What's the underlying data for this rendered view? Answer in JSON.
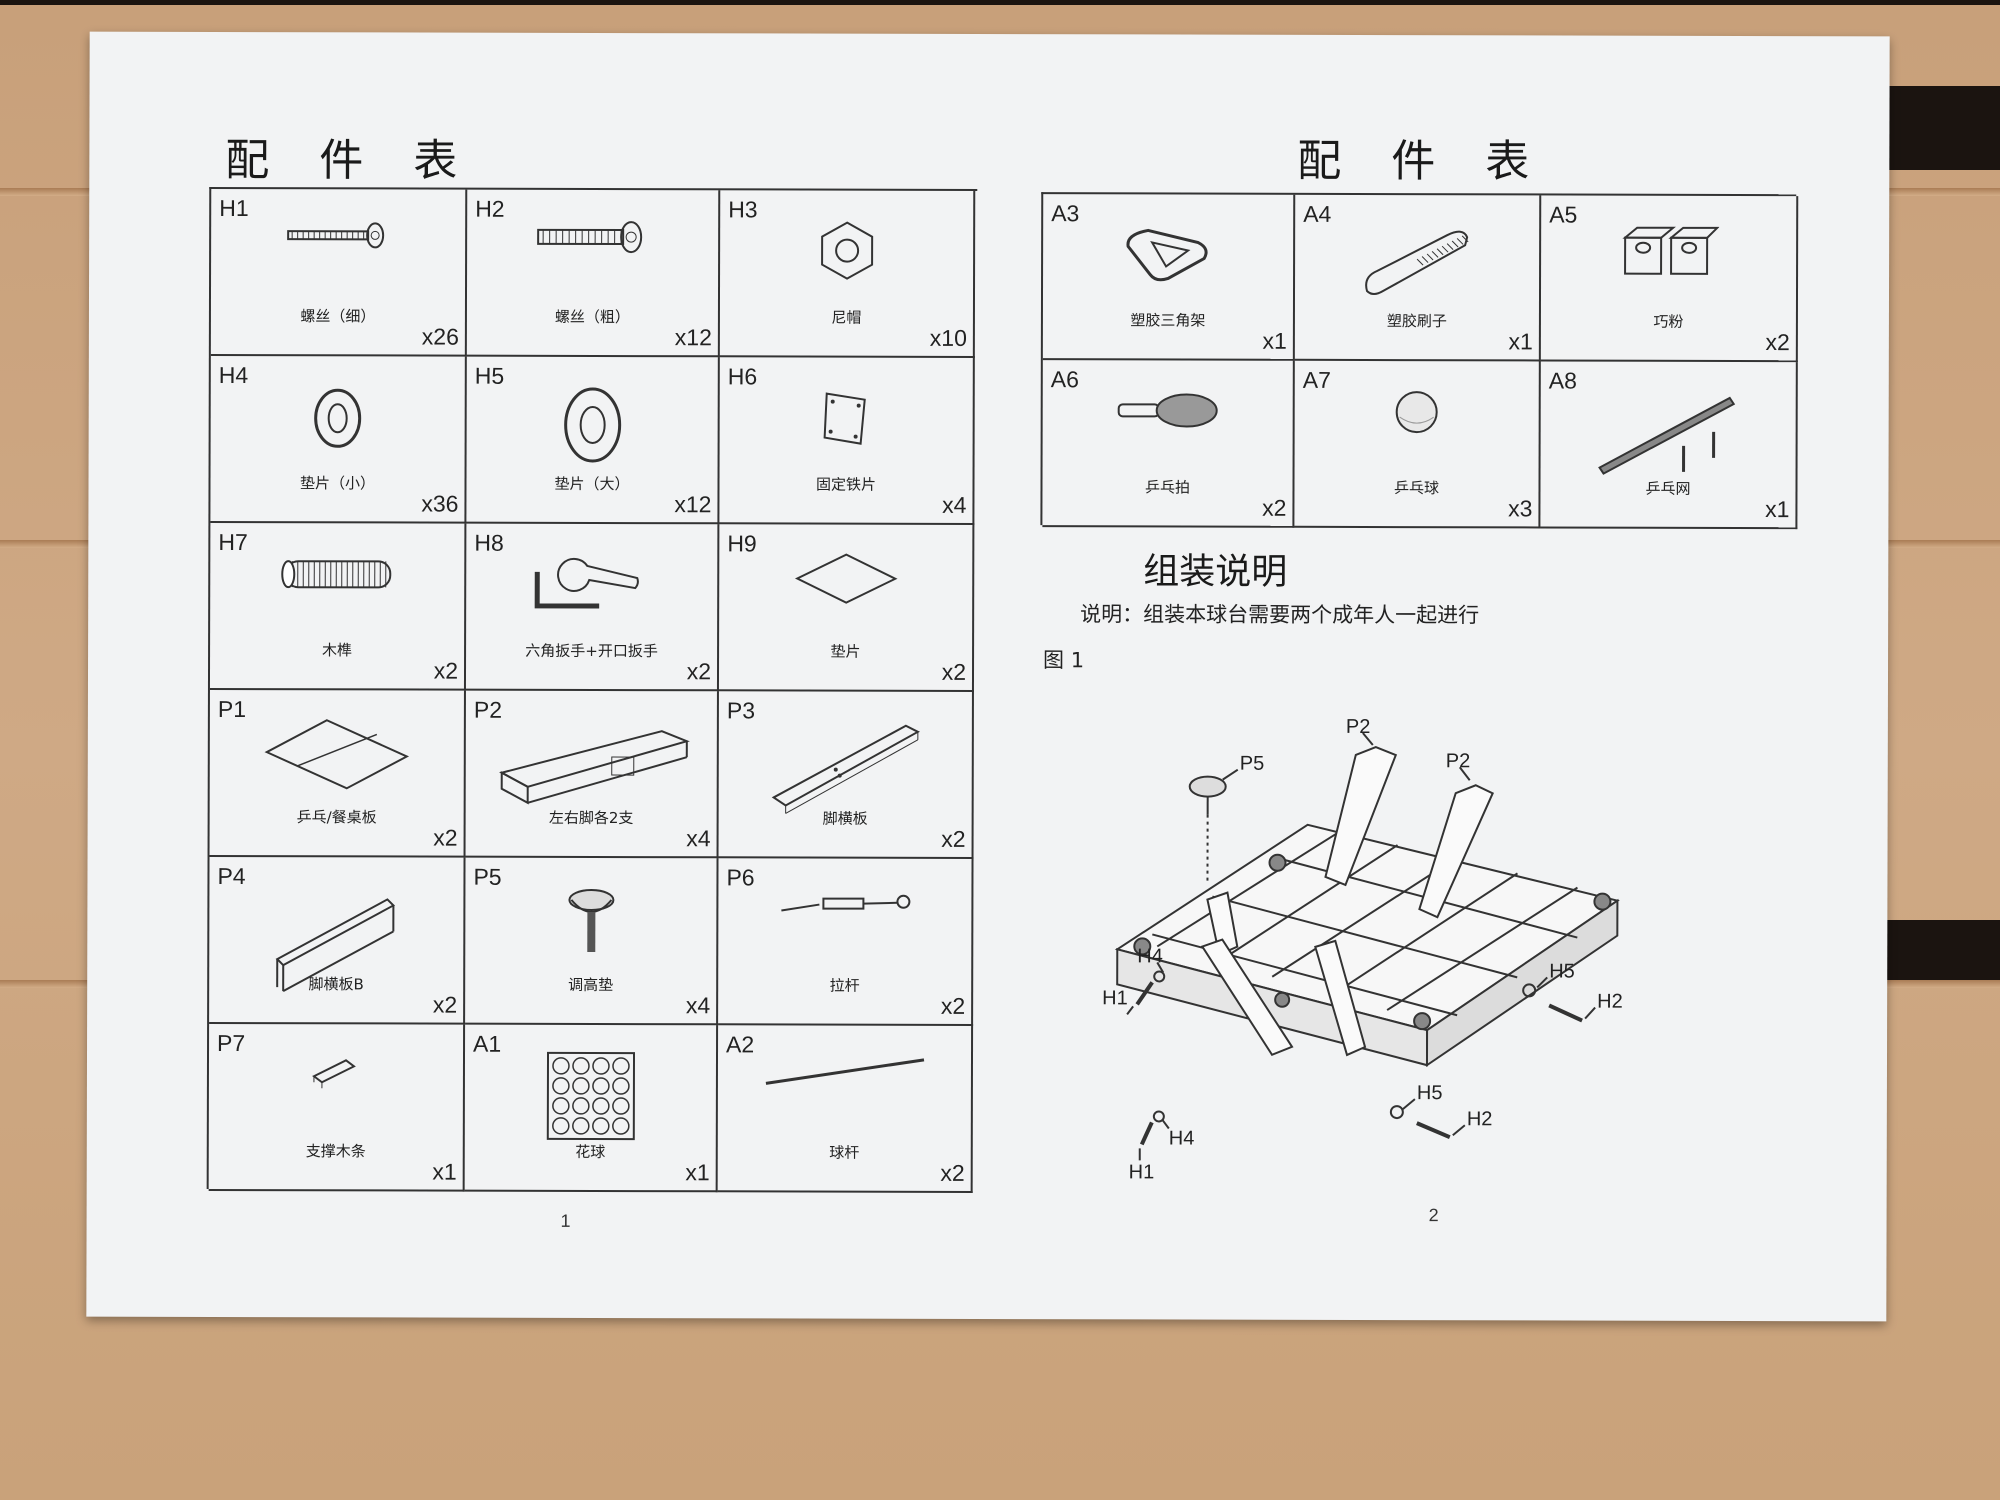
{
  "left_page": {
    "title": "配 件 表",
    "page_number": "1",
    "parts": [
      {
        "code": "H1",
        "name": "螺丝（细）",
        "qty": "x26",
        "icon": "thin-screw-icon"
      },
      {
        "code": "H2",
        "name": "螺丝（粗）",
        "qty": "x12",
        "icon": "thick-screw-icon"
      },
      {
        "code": "H3",
        "name": "尼帽",
        "qty": "x10",
        "icon": "nut-icon"
      },
      {
        "code": "H4",
        "name": "垫片（小）",
        "qty": "x36",
        "icon": "small-washer-icon"
      },
      {
        "code": "H5",
        "name": "垫片（大）",
        "qty": "x12",
        "icon": "large-washer-icon"
      },
      {
        "code": "H6",
        "name": "固定铁片",
        "qty": "x4",
        "icon": "iron-plate-icon"
      },
      {
        "code": "H7",
        "name": "木榫",
        "qty": "x2",
        "icon": "dowel-icon"
      },
      {
        "code": "H8",
        "name": "六角扳手+开口扳手",
        "qty": "x2",
        "icon": "wrench-icon"
      },
      {
        "code": "H9",
        "name": "垫片",
        "qty": "x2",
        "icon": "pad-icon"
      },
      {
        "code": "P1",
        "name": "乒乓/餐桌板",
        "qty": "x2",
        "icon": "table-board-icon"
      },
      {
        "code": "P2",
        "name": "左右脚各2支",
        "qty": "x4",
        "icon": "leg-icon"
      },
      {
        "code": "P3",
        "name": "脚横板",
        "qty": "x2",
        "icon": "leg-crossboard-icon"
      },
      {
        "code": "P4",
        "name": "脚横板B",
        "qty": "x2",
        "icon": "leg-crossboard-b-icon"
      },
      {
        "code": "P5",
        "name": "调高垫",
        "qty": "x4",
        "icon": "leveling-foot-icon"
      },
      {
        "code": "P6",
        "name": "拉杆",
        "qty": "x2",
        "icon": "pull-rod-icon"
      },
      {
        "code": "P7",
        "name": "支撑木条",
        "qty": "x1",
        "icon": "support-strip-icon"
      },
      {
        "code": "A1",
        "name": "花球",
        "qty": "x1",
        "icon": "balls-icon"
      },
      {
        "code": "A2",
        "name": "球杆",
        "qty": "x2",
        "icon": "cue-icon"
      }
    ]
  },
  "right_page": {
    "title": "配 件 表",
    "page_number": "2",
    "parts": [
      {
        "code": "A3",
        "name": "塑胶三角架",
        "qty": "x1",
        "icon": "triangle-rack-icon"
      },
      {
        "code": "A4",
        "name": "塑胶刷子",
        "qty": "x1",
        "icon": "brush-icon"
      },
      {
        "code": "A5",
        "name": "巧粉",
        "qty": "x2",
        "icon": "chalk-icon"
      },
      {
        "code": "A6",
        "name": "乒乓拍",
        "qty": "x2",
        "icon": "paddle-icon"
      },
      {
        "code": "A7",
        "name": "乒乓球",
        "qty": "x3",
        "icon": "ping-pong-ball-icon"
      },
      {
        "code": "A8",
        "name": "乒乓网",
        "qty": "x1",
        "icon": "net-icon"
      }
    ],
    "assembly_title": "组装说明",
    "assembly_note": "说明：组装本球台需要两个成年人一起进行",
    "figure_label": "图 1",
    "figure_callouts": [
      "P5",
      "P2",
      "P2",
      "H4",
      "H1",
      "H5",
      "H2",
      "H5",
      "H2",
      "H4",
      "H1"
    ]
  }
}
